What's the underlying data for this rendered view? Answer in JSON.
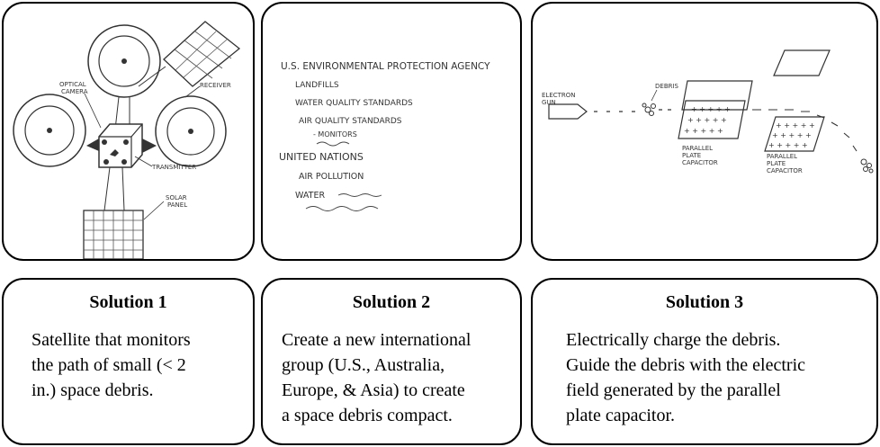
{
  "sketches": {
    "satellite": {
      "labels": {
        "optical_camera_1": "OPTICAL",
        "optical_camera_2": "CAMERA",
        "receiver": "RECEIVER",
        "transmitter": "TRANSMITTER",
        "solar_panel_1": "SOLAR",
        "solar_panel_2": "PANEL"
      }
    },
    "agency": {
      "lines": [
        "U.S. ENVIRONMENTAL PROTECTION AGENCY",
        "LANDFILLS",
        "WATER QUALITY STANDARDS",
        "AIR QUALITY STANDARDS",
        "- MONITORS",
        "UNITED NATIONS",
        "AIR POLLUTION",
        "WATER"
      ]
    },
    "capacitor": {
      "labels": {
        "gun_1": "ELECTRON",
        "gun_2": "GUN",
        "debris": "DEBRIS",
        "cap1_1": "PARALLEL",
        "cap1_2": "PLATE",
        "cap1_3": "CAPACITOR",
        "cap2_1": "PARALLEL",
        "cap2_2": "PLATE",
        "cap2_3": "CAPACITOR"
      }
    }
  },
  "solutions": [
    {
      "title": "Solution 1",
      "lines": [
        "Satellite that monitors",
        "the path of small (< 2",
        "in.) space debris."
      ]
    },
    {
      "title": "Solution 2",
      "lines": [
        "Create a new international",
        "group (U.S., Australia,",
        "Europe, & Asia) to create",
        "a space debris compact."
      ]
    },
    {
      "title": "Solution 3",
      "lines": [
        "Electrically charge the debris.",
        "Guide the debris with the electric",
        "field generated by the parallel",
        "plate capacitor."
      ]
    }
  ]
}
